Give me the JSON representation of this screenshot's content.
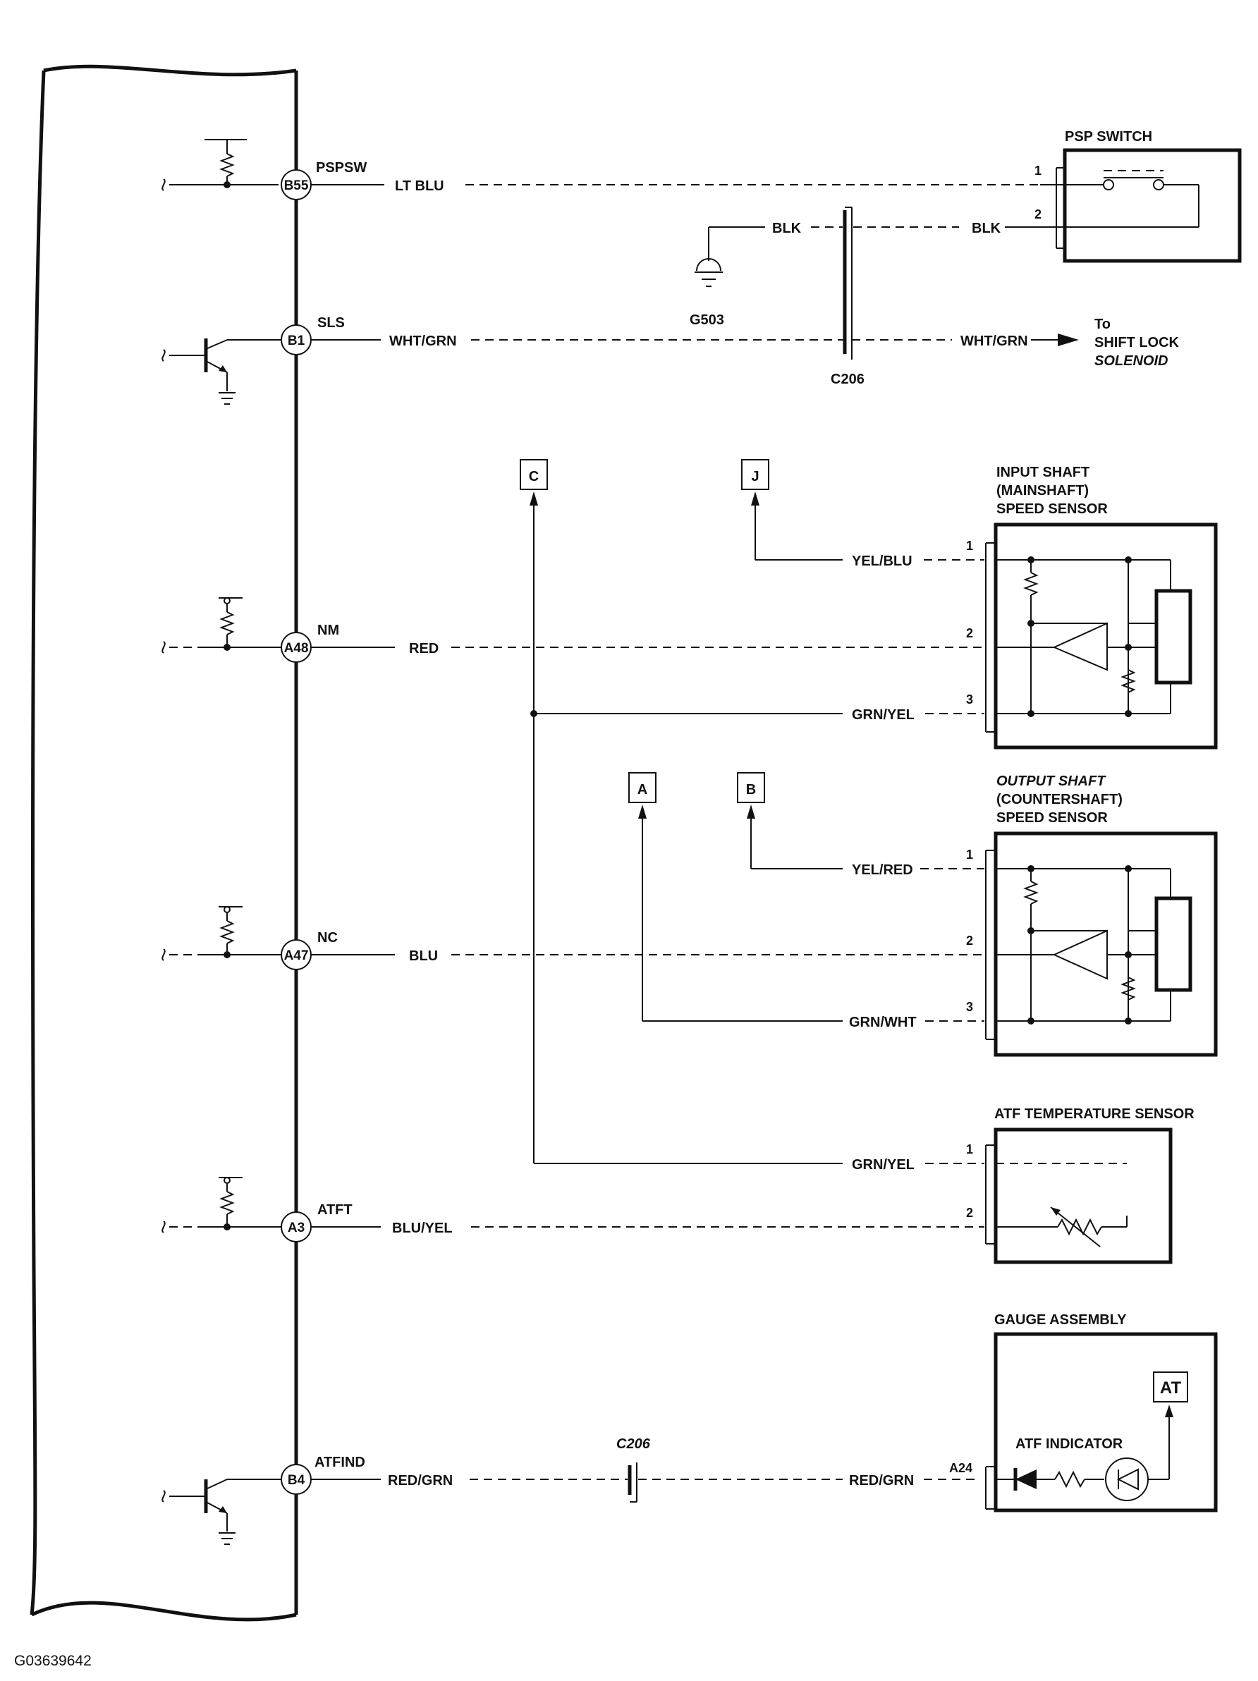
{
  "figure_id": "G03639642",
  "ecm_terminals": {
    "b55": {
      "id": "B55",
      "signal": "PSPSW"
    },
    "b1": {
      "id": "B1",
      "signal": "SLS"
    },
    "a48": {
      "id": "A48",
      "signal": "NM"
    },
    "a47": {
      "id": "A47",
      "signal": "NC"
    },
    "a3": {
      "id": "A3",
      "signal": "ATFT"
    },
    "b4": {
      "id": "B4",
      "signal": "ATFIND"
    }
  },
  "wires": {
    "lt_blu": "LT BLU",
    "blk": "BLK",
    "wht_grn": "WHT/GRN",
    "yel_blu": "YEL/BLU",
    "red": "RED",
    "grn_yel": "GRN/YEL",
    "yel_red": "YEL/RED",
    "blu": "BLU",
    "grn_wht": "GRN/WHT",
    "blu_yel": "BLU/YEL",
    "red_grn": "RED/GRN"
  },
  "ground": "G503",
  "connector": "C206",
  "to_shift_lock": [
    "To",
    "SHIFT LOCK",
    "SOLENOID"
  ],
  "references": {
    "c": "C",
    "j": "J",
    "a": "A",
    "b": "B"
  },
  "psp_switch": {
    "title": "PSP SWITCH",
    "pins": [
      "1",
      "2"
    ]
  },
  "input_sensor": {
    "title": [
      "INPUT SHAFT",
      "(MAINSHAFT)",
      "SPEED SENSOR"
    ],
    "pins": [
      "1",
      "2",
      "3"
    ]
  },
  "output_sensor": {
    "title": [
      "OUTPUT SHAFT",
      "(COUNTERSHAFT)",
      "SPEED SENSOR"
    ],
    "pins": [
      "1",
      "2",
      "3"
    ]
  },
  "atf_temp_sensor": {
    "title": "ATF TEMPERATURE SENSOR",
    "pins": [
      "1",
      "2"
    ]
  },
  "gauge_assembly": {
    "title": "GAUGE ASSEMBLY",
    "indicator": "ATF INDICATOR",
    "terminal": "A24",
    "at_label": "AT"
  }
}
